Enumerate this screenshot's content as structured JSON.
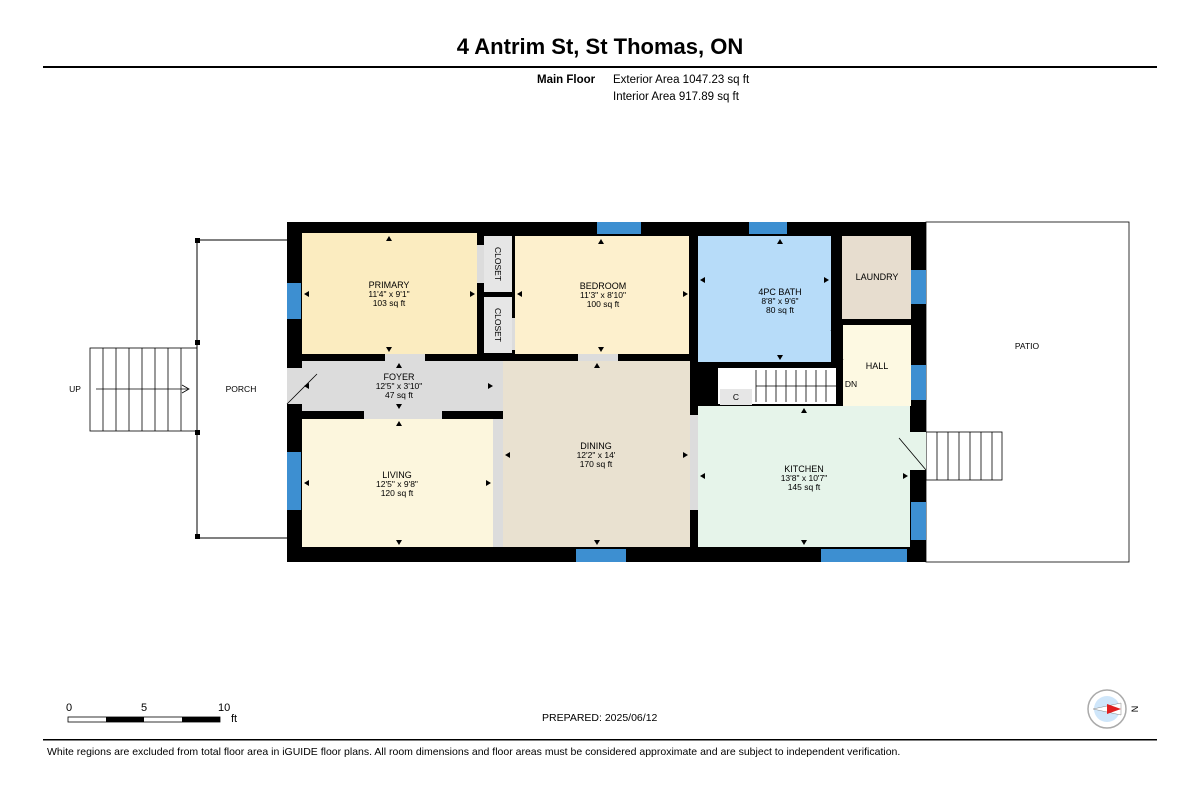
{
  "title": "4 Antrim St, St Thomas, ON",
  "floor": {
    "name": "Main Floor",
    "exterior_area": "Exterior Area 1047.23 sq ft",
    "interior_area": "Interior Area 917.89 sq ft"
  },
  "rooms": {
    "primary": {
      "name": "PRIMARY",
      "dims": "11'4\" x 9'1\"",
      "area": "103 sq ft"
    },
    "bedroom": {
      "name": "BEDROOM",
      "dims": "11'3\" x 8'10\"",
      "area": "100 sq ft"
    },
    "bath": {
      "name": "4PC BATH",
      "dims": "8'8\" x 9'6\"",
      "area": "80 sq ft"
    },
    "laundry": {
      "name": "LAUNDRY"
    },
    "foyer": {
      "name": "FOYER",
      "dims": "12'5\" x 3'10\"",
      "area": "47 sq ft"
    },
    "living": {
      "name": "LIVING",
      "dims": "12'5\" x 9'8\"",
      "area": "120 sq ft"
    },
    "dining": {
      "name": "DINING",
      "dims": "12'2\" x 14'",
      "area": "170 sq ft"
    },
    "kitchen": {
      "name": "KITCHEN",
      "dims": "13'8\" x 10'7\"",
      "area": "145 sq ft"
    },
    "hall": {
      "name": "HALL"
    },
    "closet1": {
      "name": "CLOSET"
    },
    "closet2": {
      "name": "CLOSET"
    },
    "c": {
      "name": "C"
    }
  },
  "outdoor": {
    "porch": "PORCH",
    "patio": "PATIO",
    "up": "UP",
    "dn": "DN"
  },
  "scale": {
    "zero": "0",
    "five": "5",
    "ten": "10",
    "unit": "ft"
  },
  "prepared": "PREPARED: 2025/06/12",
  "compass": "N",
  "footer": "White regions are excluded from total floor area in iGUIDE floor plans. All room dimensions and floor areas must be considered approximate and are subject to independent verification.",
  "colors": {
    "wall": "#000000",
    "window": "#3d8fd1",
    "primary": "#fbecc0",
    "bedroom": "#fdf0cd",
    "bath": "#b7dcf9",
    "laundry": "#e7ddcf",
    "foyer": "#dcdcdc",
    "living": "#fcf6dd",
    "dining": "#e9e1d0",
    "kitchen": "#e6f4ea",
    "hall": "#fdf9e2"
  }
}
